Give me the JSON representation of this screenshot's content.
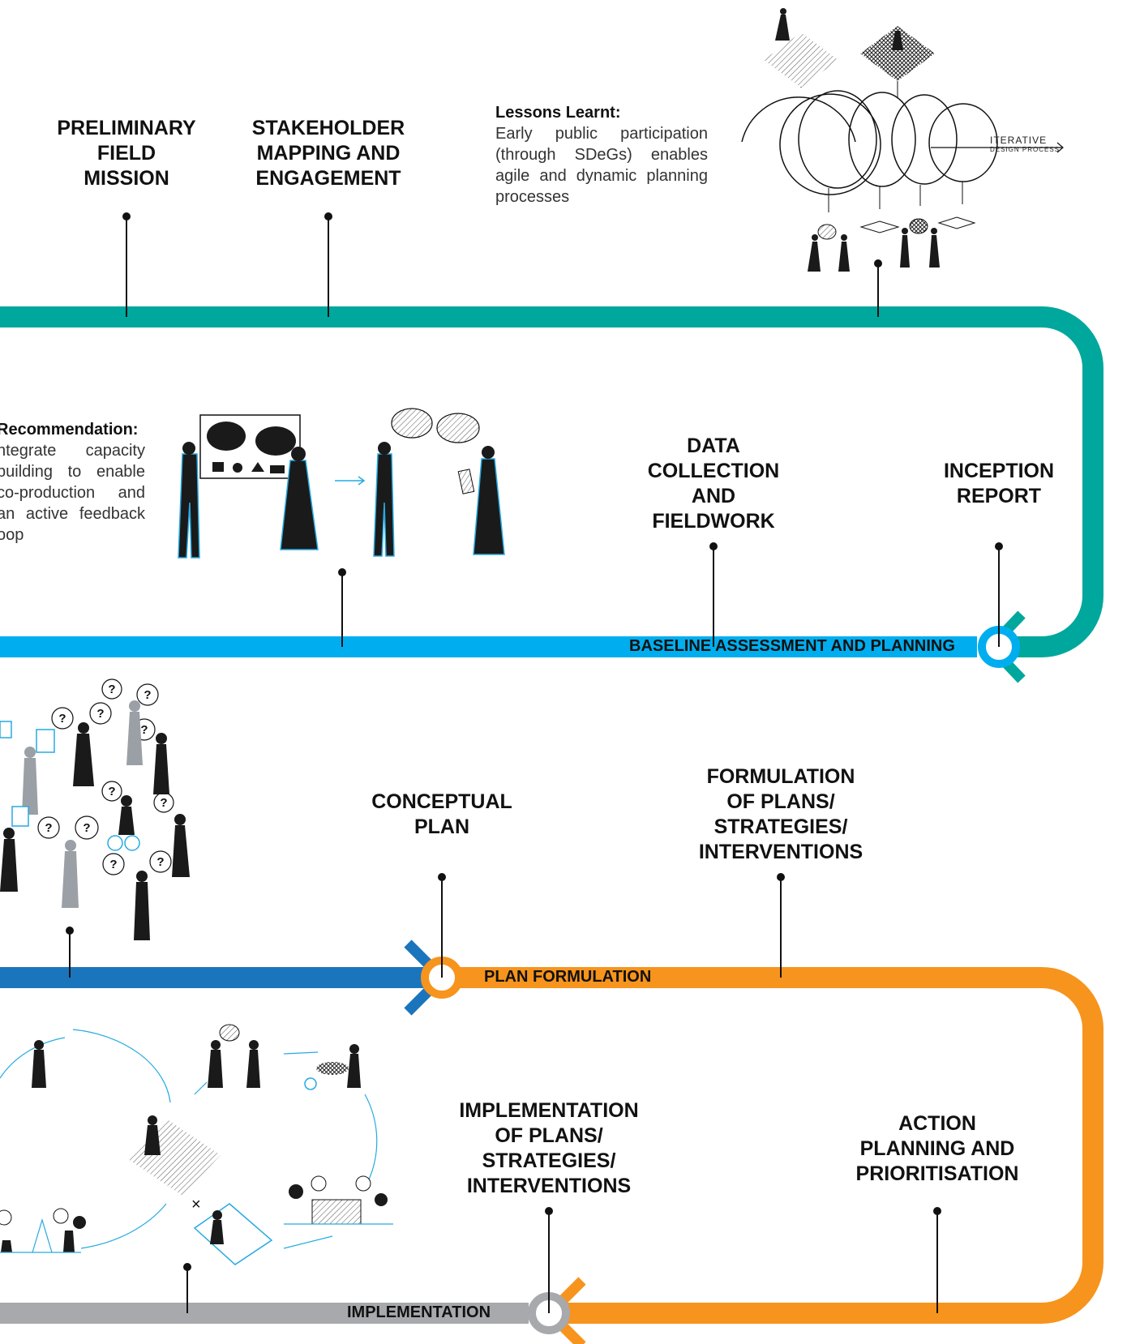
{
  "colors": {
    "teal": "#00a79d",
    "light_blue": "#00aeef",
    "dark_blue": "#1b75bc",
    "orange": "#f7941d",
    "gray": "#a7a9ac",
    "figure": "#1a1a1a",
    "accent": "#27aae1"
  },
  "phases": [
    {
      "id": "baseline",
      "label": "BASELINE ASSESSMENT AND PLANNING",
      "color": "light_blue"
    },
    {
      "id": "plan",
      "label": "PLAN FORMULATION",
      "color": "orange"
    },
    {
      "id": "implementation",
      "label": "IMPLEMENTATION",
      "color": "gray"
    }
  ],
  "milestones": {
    "preliminary": [
      "PRELIMINARY",
      "FIELD",
      "MISSION"
    ],
    "stakeholder": [
      "STAKEHOLDER",
      "MAPPING AND",
      "ENGAGEMENT"
    ],
    "data": [
      "DATA",
      "COLLECTION",
      "AND",
      "FIELDWORK"
    ],
    "inception": [
      "INCEPTION",
      "REPORT"
    ],
    "conceptual": [
      "CONCEPTUAL",
      "PLAN"
    ],
    "formulation": [
      "FORMULATION",
      "OF PLANS/",
      "STRATEGIES/",
      "INTERVENTIONS"
    ],
    "implementation": [
      "IMPLEMENTATION",
      "OF PLANS/",
      "STRATEGIES/",
      "INTERVENTIONS"
    ],
    "action": [
      "ACTION",
      "PLANNING AND",
      "PRIORITISATION"
    ]
  },
  "notes": {
    "lessons": {
      "title": "Lessons Learnt:",
      "body": "Early public participation (through SDeGs) enables agile and dynamic planning processes"
    },
    "recommendation": {
      "title": "Recommendation:",
      "body": "ntegrate capacity building to enable co-production and an active feedback oop"
    }
  },
  "iterative": {
    "title": "ITERATIVE",
    "subtitle": "DESIGN PROCESS"
  },
  "icons": [
    "person-figure-icon",
    "speech-bubble-icon",
    "question-bubble-icon",
    "wheelchair-icon",
    "map-icon",
    "whiteboard-icon",
    "tree-icon"
  ]
}
